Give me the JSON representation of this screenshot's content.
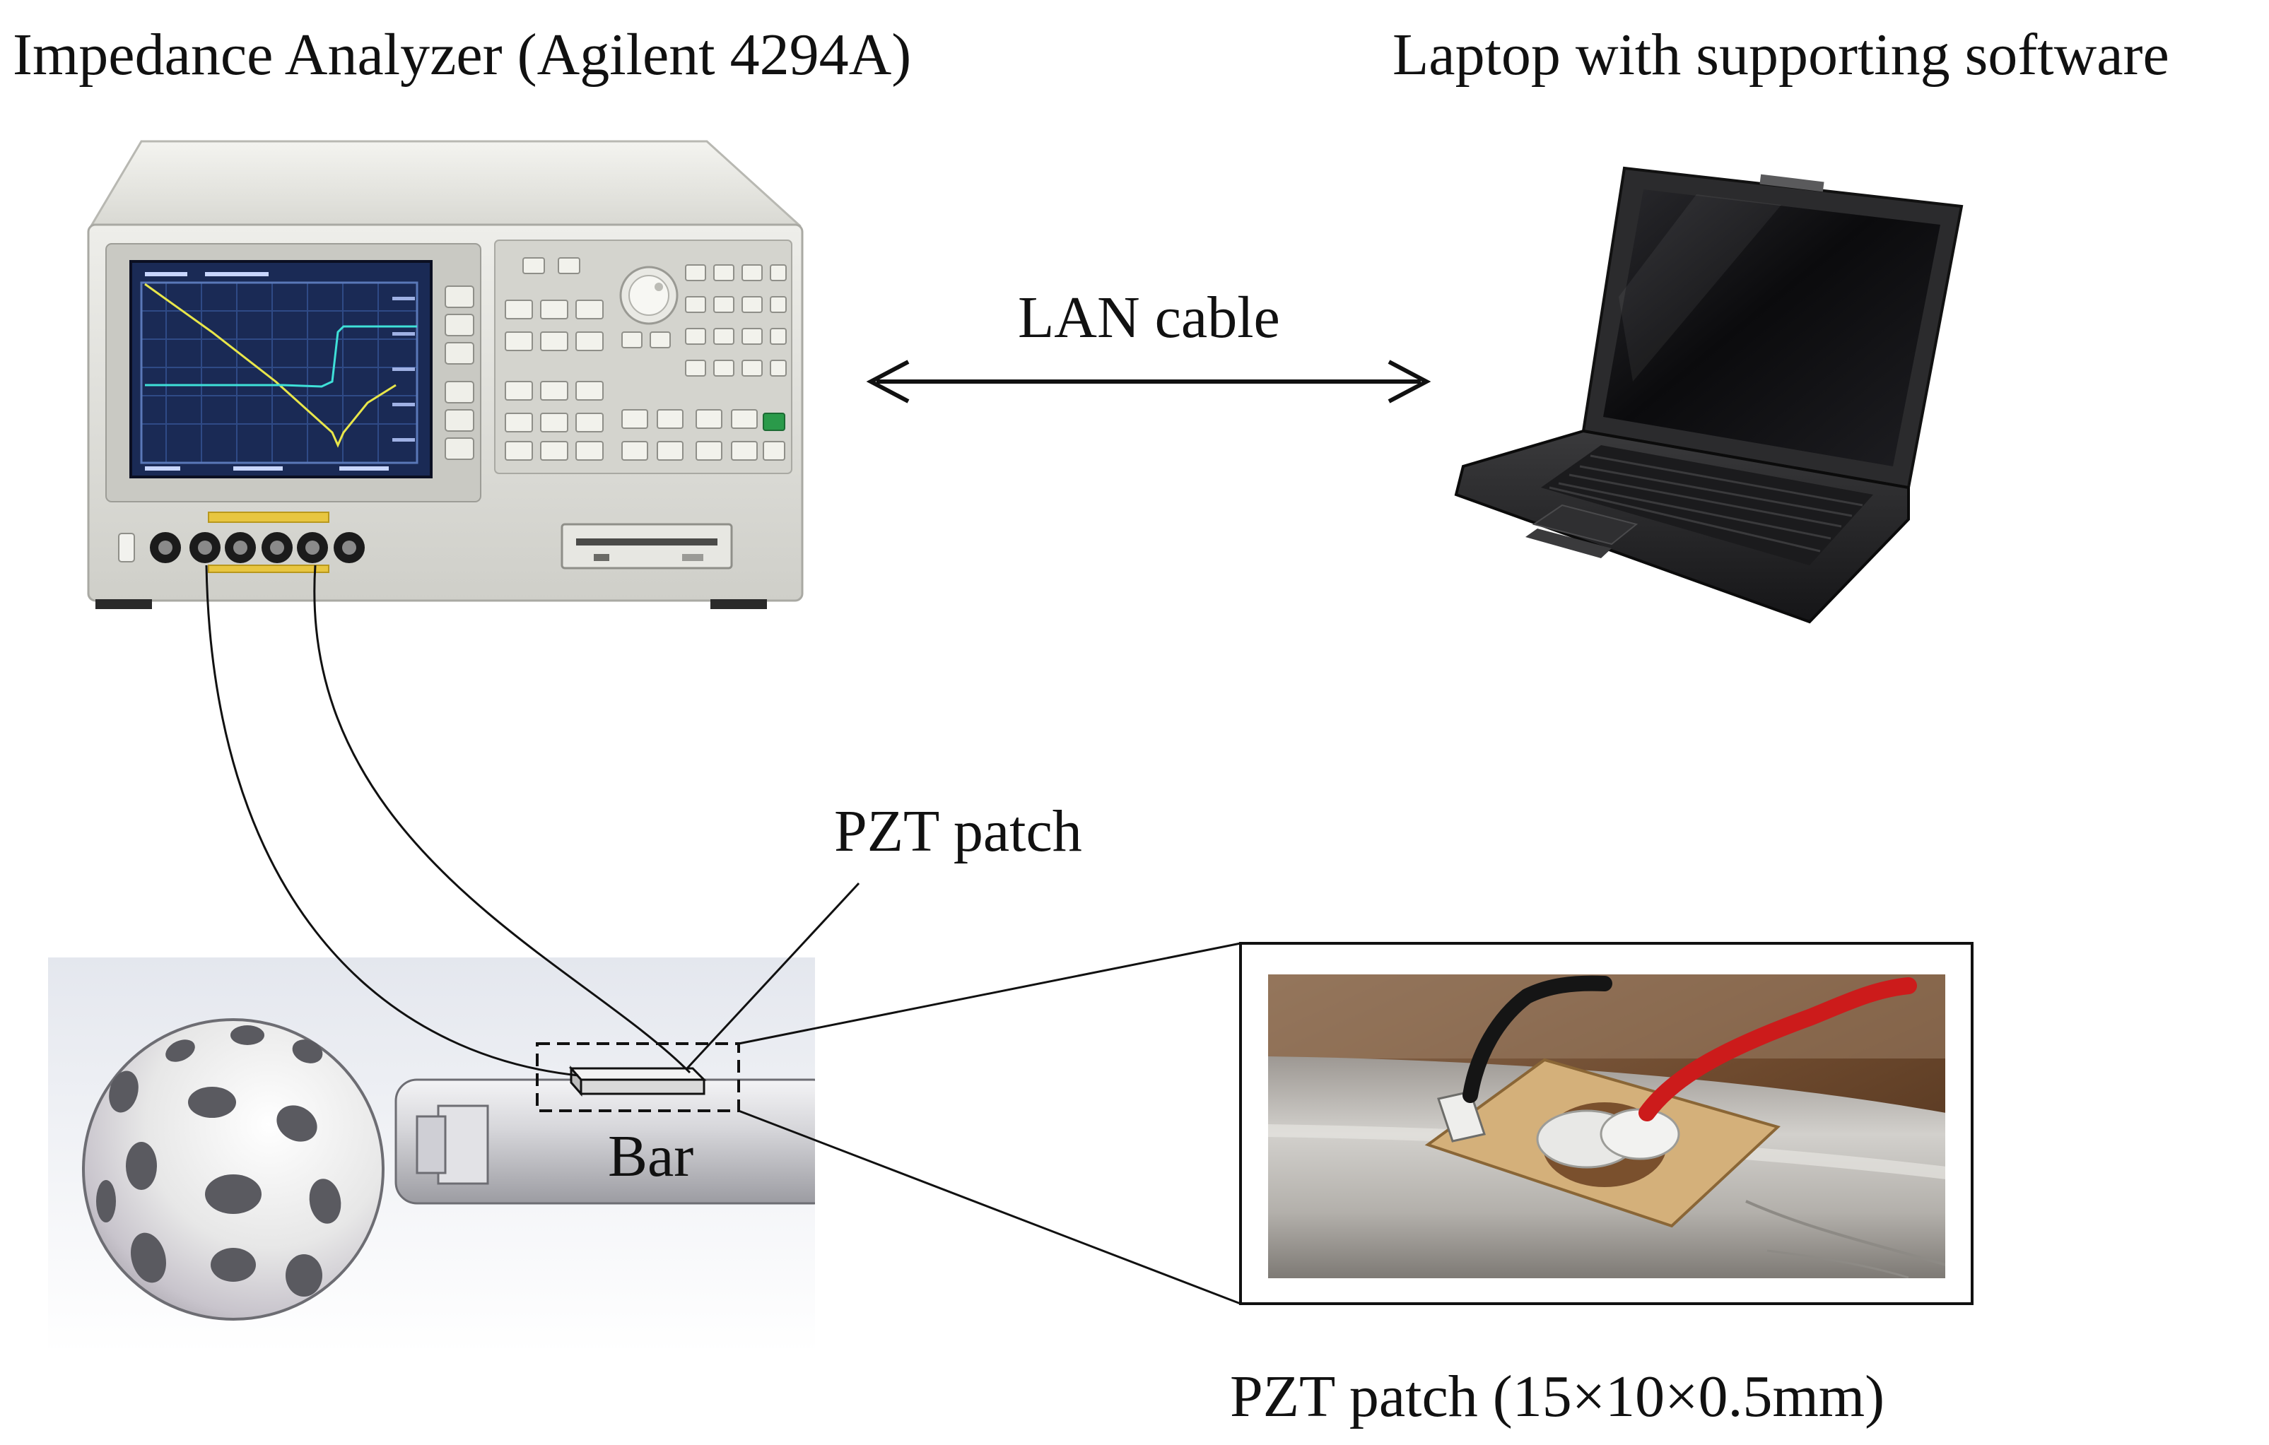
{
  "labels": {
    "analyzer": "Impedance Analyzer (Agilent 4294A)",
    "laptop": "Laptop with supporting software",
    "cable": "LAN cable",
    "pzt": "PZT patch",
    "bar": "Bar",
    "pzt_dims": "PZT patch (15×10×0.5mm)"
  },
  "colors": {
    "instrument_body": "#dcdcd6",
    "screen": "#1a2a55",
    "screen_trace_1": "#e8e64a",
    "screen_trace_2": "#3fe0d8",
    "laptop_body": "#2a2a2a",
    "laptop_screen": "#0c0c0c",
    "sphere": "#e6e6e6",
    "photo_background": "#7a5030",
    "photo_bar": "#b9b7b2",
    "patch": "#d4b07a",
    "red_wire": "#cc1b1b",
    "black_wire": "#151515",
    "soft_key_green": "#2a9a4a"
  }
}
